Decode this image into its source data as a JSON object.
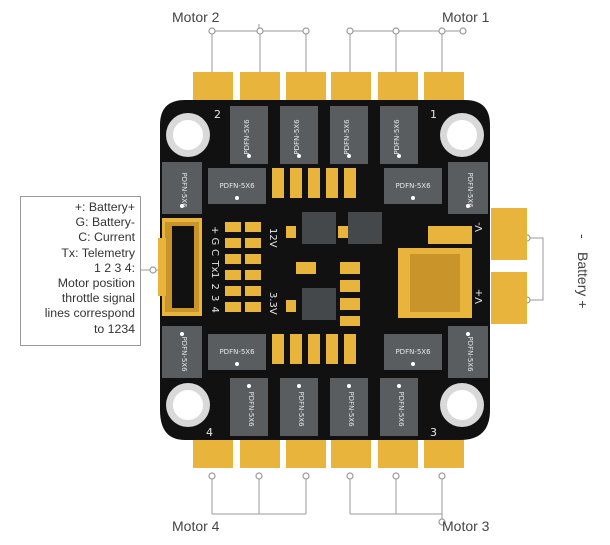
{
  "motor_labels": {
    "m1": "Motor 1",
    "m2": "Motor 2",
    "m3": "Motor 3",
    "m4": "Motor 4"
  },
  "battery": {
    "minus": "-",
    "text": "Battery +"
  },
  "callout_lines": [
    "+: Battery+",
    "G: Battery-",
    "C: Current",
    "Tx: Telemetry",
    "1 2 3 4:",
    "Motor position",
    "throttle signal",
    "lines correspond",
    "to 1234"
  ],
  "silkscreen": {
    "corner_1": "1",
    "corner_2": "2",
    "corner_3": "3",
    "corner_4": "4",
    "mosfet_package": "PDFN-5X6",
    "v12": "12V",
    "v33": "3.3V",
    "v_minus": "V-",
    "v_plus": "V+",
    "pins": [
      "+",
      "G",
      "C",
      "Tx",
      "1",
      "2",
      "3",
      "4"
    ]
  },
  "colors": {
    "pcb": "#111111",
    "pad_gold": "#e8b43c",
    "chip_gray": "#5a5d60",
    "lead_line": "#9a9a9a"
  }
}
